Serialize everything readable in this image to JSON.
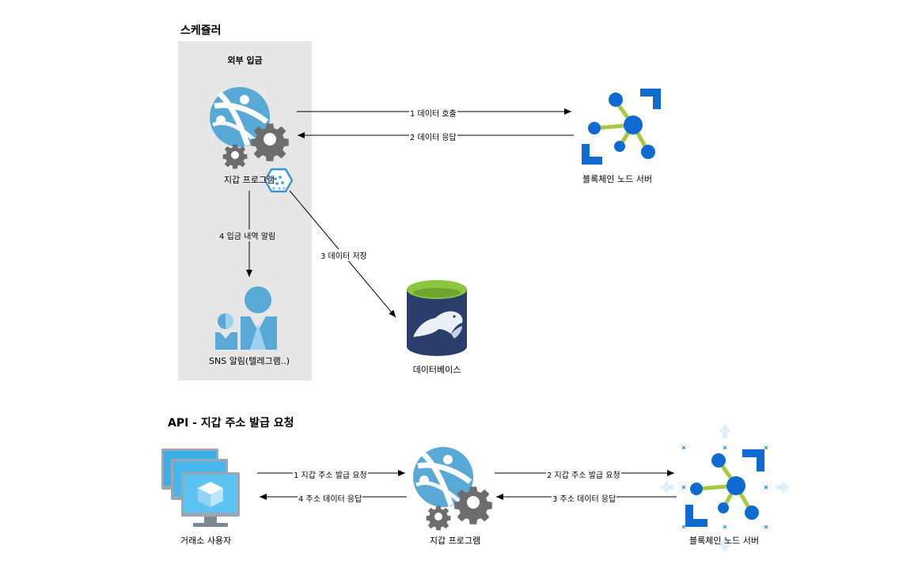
{
  "scheduler": {
    "title": "스케쥴러",
    "group_label": "외부 입금",
    "wallet_label": "지갑 프로그램",
    "blockchain_label": "블록체인 노드 서버",
    "sns_label": "SNS 알림(텔레그램..)",
    "db_label": "데이터베이스",
    "edges": {
      "call": "1 데이터 호출",
      "response": "2 데이터 응답",
      "save": "3 데이터 저장",
      "notify": "4 입금 내역 알림"
    }
  },
  "api": {
    "title": "API - 지갑 주소 발급 요청",
    "user_label": "거래소 사용자",
    "wallet_label": "지갑 프로그램",
    "blockchain_label": "블록체인 노드 서버",
    "edges": {
      "req1": "1 지갑 주소 발급 요청",
      "res4": "4 주소 데이터 응답",
      "req2": "2 지갑 주소 발급 요청",
      "res3": "3 주소 데이터 응답"
    }
  },
  "colors": {
    "panel_bg": "#e6e6e6",
    "azure_blue": "#59a9d6",
    "gear_gray": "#6d6d6d",
    "node_blue": "#0f6ad1",
    "node_dark": "#1066c2",
    "node_link": "#a7c93f",
    "db_navy": "#2b3e6b",
    "db_green": "#8cc63f",
    "vm_blue": "#3aaee6"
  }
}
